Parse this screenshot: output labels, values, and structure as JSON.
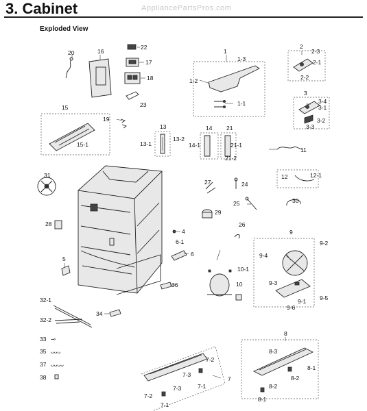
{
  "header": {
    "title": "3.  Cabinet",
    "watermark": "AppliancePartsPros.com",
    "subtitle": "Exploded View"
  },
  "callouts": {
    "c1": "1",
    "c1_1": "1-1",
    "c1_2": "1-2",
    "c1_3": "1-3",
    "c2": "2",
    "c2_1": "2-1",
    "c2_2": "2-2",
    "c2_3": "2-3",
    "c3": "3",
    "c3_1": "3-1",
    "c3_2": "3-2",
    "c3_3": "3-3",
    "c3_4": "3-4",
    "c4": "4",
    "c5": "5",
    "c6": "6",
    "c6_1": "6-1",
    "c7": "7",
    "c7_1a": "7-1",
    "c7_1b": "7-1",
    "c7_2a": "7-2",
    "c7_2b": "7-2",
    "c7_3a": "7-3",
    "c7_3b": "7-3",
    "c8": "8",
    "c8_1a": "8-1",
    "c8_1b": "8-1",
    "c8_2a": "8-2",
    "c8_2b": "8-2",
    "c8_3": "8-3",
    "c9": "9",
    "c9_1": "9-1",
    "c9_2": "9-2",
    "c9_3": "9-3",
    "c9_4": "9-4",
    "c9_5": "9-5",
    "c9_6": "9-6",
    "c10": "10",
    "c10_1": "10-1",
    "c11": "11",
    "c12": "12",
    "c12_1": "12-1",
    "c13": "13",
    "c13_1": "13-1",
    "c13_2": "13-2",
    "c14": "14",
    "c14_1": "14-1",
    "c15": "15",
    "c15_1": "15-1",
    "c16": "16",
    "c17": "17",
    "c18": "18",
    "c19": "19",
    "c20": "20",
    "c21": "21",
    "c21_1": "21-1",
    "c21_2": "21-2",
    "c22": "22",
    "c23": "23",
    "c24": "24",
    "c25": "25",
    "c26": "26",
    "c27": "27",
    "c28": "28",
    "c29": "29",
    "c30": "30",
    "c31": "31",
    "c32_1": "32-1",
    "c32_2": "32-2",
    "c33": "33",
    "c34": "34",
    "c35": "35",
    "c36": "36",
    "c37": "37",
    "c38": "38"
  }
}
